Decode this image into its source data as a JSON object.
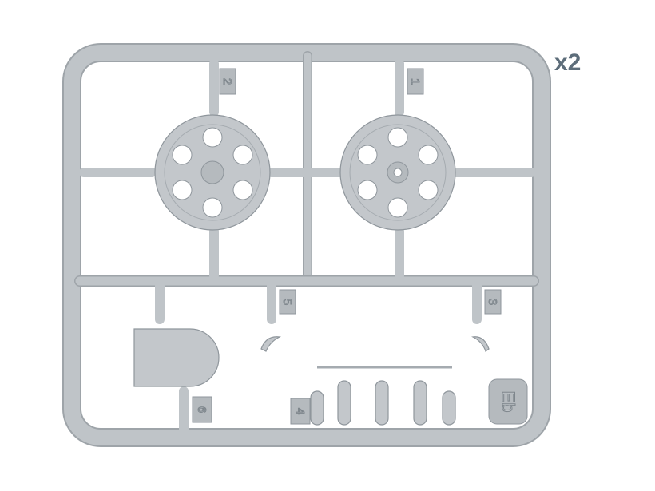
{
  "multiplier": "x2",
  "sprue_letter": "Eb",
  "part_numbers": [
    "1",
    "2",
    "3",
    "4",
    "5",
    "6"
  ],
  "colors": {
    "plastic": "#c3c7cb",
    "outline": "#8f969c",
    "multiplier_text": "#5d6d7a"
  }
}
